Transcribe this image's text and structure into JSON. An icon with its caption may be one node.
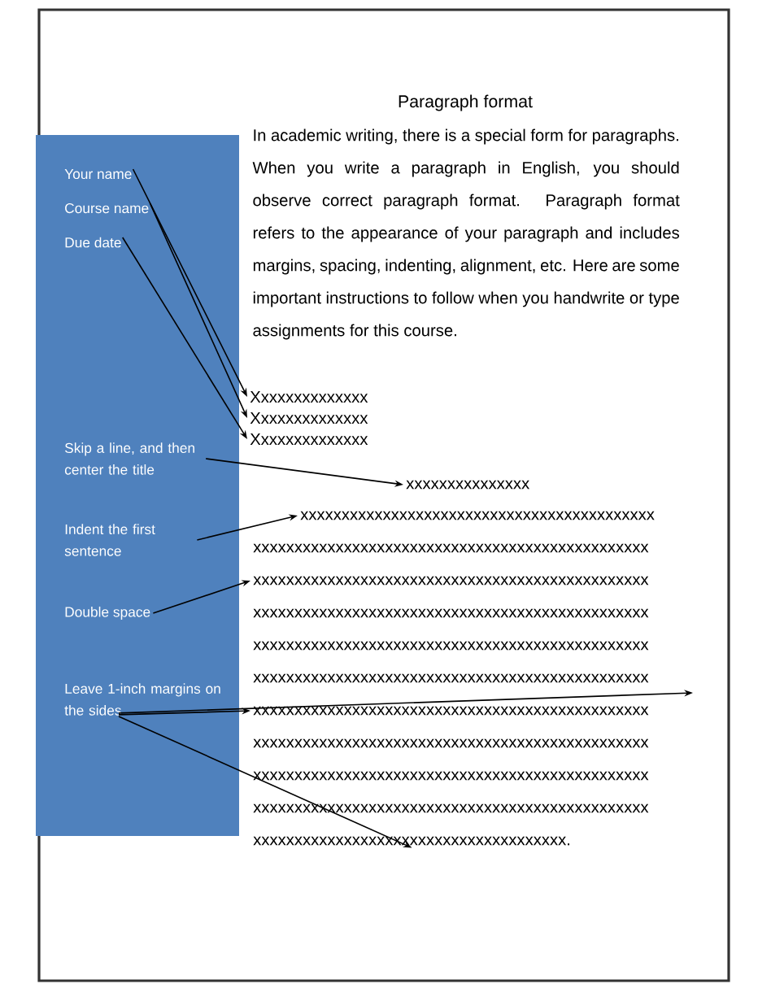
{
  "diagram": {
    "title": "Paragraph format",
    "nodes": [
      {
        "text": [],
        "shape": "box"
      },
      {
        "text": [
          "Your name"
        ],
        "in": 0
      },
      {
        "text": [
          "Course name"
        ],
        "in": 0
      },
      {
        "text": [
          "Due date"
        ],
        "in": 0
      },
      {
        "text": [
          "Skip a line, and then center the title"
        ],
        "in": 0
      },
      {
        "text": [
          "Indent the first sentence"
        ],
        "in": 0
      },
      {
        "text": [
          "Double space"
        ],
        "in": 0
      },
      {
        "text": [
          "Leave 1-inch margins on the sides"
        ],
        "in": 0
      },
      {
        "text": [
          "Xxxxxxxxxxxxxx"
        ]
      },
      {
        "text": [
          "Xxxxxxxxxxxxxx"
        ]
      },
      {
        "text": [
          "Xxxxxxxxxxxxxx"
        ]
      },
      {
        "text": [
          "xxxxxxxxxxxxxxx"
        ]
      },
      {
        "text": [
          "xxxxxxxxxxxxxxxxxxxxxxxxxxxxxxxxxxxxxxxxxxx"
        ]
      },
      {
        "text": [
          "xxxxxxxxxxxxxxxxxxxxxxxxxxxxxxxxxxxxxxxxxxxxxxxx"
        ]
      },
      {
        "text": [
          "xxxxxxxxxxxxxxxxxxxxxxxxxxxxxxxxxxxxxxxxxxxxxxxx"
        ]
      },
      {
        "text": [
          "xxxxxxxxxxxxxxxxxxxxxxxxxxxxxxxxxxxxxx."
        ]
      }
    ],
    "edges": [
      {
        "from": 1,
        "to": 8,
        "arrow": "to"
      },
      {
        "from": 2,
        "to": 9,
        "arrow": "to"
      },
      {
        "from": 3,
        "to": 10,
        "arrow": "to"
      },
      {
        "from": 4,
        "to": 11,
        "arrow": "to"
      },
      {
        "from": 5,
        "to": 12,
        "arrow": "to"
      },
      {
        "from": 6,
        "to": 13,
        "arrow": "to"
      },
      {
        "from": 7,
        "to": null,
        "arrow": "to"
      },
      {
        "from": 7,
        "to": 14,
        "arrow": "to"
      },
      {
        "from": 7,
        "to": 15,
        "arrow": "to"
      }
    ],
    "labels": [
      "In academic writing, there is a special form for paragraphs. When you write a paragraph in English, you should observe correct paragraph format. Paragraph format refers to the appearance of your paragraph and includes margins, spacing, indenting, alignment, etc. Here are some important instructions to follow when you handwrite or type assignments for this course.",
      "xxxxxxxxxxxxxxxxxxxxxxxxxxxxxxxxxxxxxxxxxxxxxxxx",
      "xxxxxxxxxxxxxxxxxxxxxxxxxxxxxxxxxxxxxxxxxxxxxxxx",
      "xxxxxxxxxxxxxxxxxxxxxxxxxxxxxxxxxxxxxxxxxxxxxxxx",
      "xxxxxxxxxxxxxxxxxxxxxxxxxxxxxxxxxxxxxxxxxxxxxxxx",
      "xxxxxxxxxxxxxxxxxxxxxxxxxxxxxxxxxxxxxxxxxxxxxxxx",
      "xxxxxxxxxxxxxxxxxxxxxxxxxxxxxxxxxxxxxxxxxxxxxxxx",
      "xxxxxxxxxxxxxxxxxxxxxxxxxxxxxxxxxxxxxxxxxxxxxxxx"
    ]
  }
}
